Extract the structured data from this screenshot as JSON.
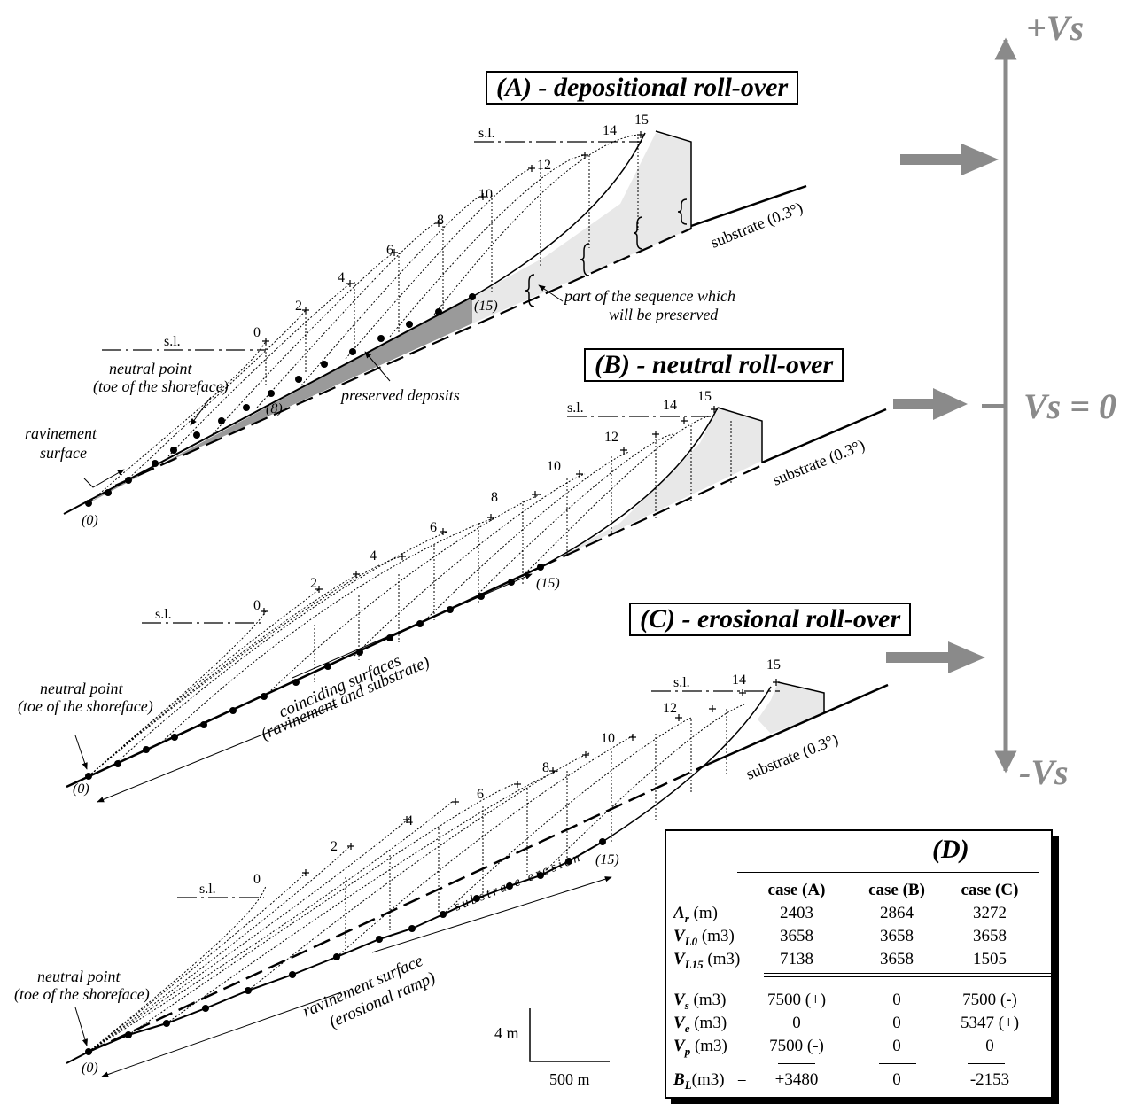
{
  "panels": {
    "a": {
      "title": "(A) - depositional roll-over",
      "sea_level": "s.l.",
      "step_labels": [
        "0",
        "2",
        "4",
        "6",
        "8",
        "10",
        "12",
        "14",
        "15"
      ],
      "point_start": "(0)",
      "point_mid": "(8)",
      "point_end": "(15)",
      "neutral_point_1": "neutral point",
      "neutral_point_2": "(toe of the shoreface)",
      "ravinement_1": "ravinement",
      "ravinement_2": "surface",
      "preserved": "preserved deposits",
      "sequence_1": "part of the sequence which",
      "sequence_2": "will be preserved",
      "substrate": "substrate (0.3°)"
    },
    "b": {
      "title": "(B) - neutral roll-over",
      "sea_level": "s.l.",
      "step_labels": [
        "0",
        "2",
        "4",
        "6",
        "8",
        "10",
        "12",
        "14",
        "15"
      ],
      "point_start": "(0)",
      "point_end": "(15)",
      "neutral_point_1": "neutral point",
      "neutral_point_2": "(toe of the shoreface)",
      "coinciding_1": "coinciding surfaces",
      "coinciding_2": "(ravinement and substrate)",
      "substrate": "substrate (0.3°)"
    },
    "c": {
      "title": "(C) - erosional roll-over",
      "sea_level": "s.l.",
      "step_labels": [
        "0",
        "2",
        "4",
        "6",
        "8",
        "10",
        "12",
        "14",
        "15"
      ],
      "point_start": "(0)",
      "point_end": "(15)",
      "neutral_point_1": "neutral point",
      "neutral_point_2": "(toe of the shoreface)",
      "ravinement_1": "ravinement surface",
      "ravinement_2": "(erosional ramp)",
      "substrate_erosion": "substrate erosion",
      "substrate": "substrate (0.3°)"
    }
  },
  "axis": {
    "top": "+Vs",
    "middle": "Vs = 0",
    "bottom": "-Vs",
    "color": "#8a8a8a"
  },
  "scale_bar": {
    "vertical": "4 m",
    "horizontal": "500 m"
  },
  "table": {
    "title": "(D)",
    "columns": [
      "case (A)",
      "case (B)",
      "case (C)"
    ],
    "rows": [
      {
        "symbol": "A",
        "sub": "r",
        "unit": " (m)",
        "values": [
          "2403",
          "2864",
          "3272"
        ]
      },
      {
        "symbol": "V",
        "sub": "L0",
        "unit": " (m3)",
        "values": [
          "3658",
          "3658",
          "3658"
        ]
      },
      {
        "symbol": "V",
        "sub": "L15",
        "unit": " (m3)",
        "values": [
          "7138",
          "3658",
          "1505"
        ]
      },
      {
        "symbol": "V",
        "sub": "s",
        "unit": " (m3)",
        "values": [
          "7500 (+)",
          "0",
          "7500 (-)"
        ]
      },
      {
        "symbol": "V",
        "sub": "e",
        "unit": " (m3)",
        "values": [
          "0",
          "0",
          "5347 (+)"
        ]
      },
      {
        "symbol": "V",
        "sub": "p",
        "unit": " (m3)",
        "values": [
          "7500 (-)",
          "0",
          "0"
        ]
      }
    ],
    "total": {
      "symbol": "B",
      "sub": "L",
      "unit": "(m3)",
      "eq": "=",
      "values": [
        "+3480",
        "0",
        "-2153"
      ]
    }
  },
  "colors": {
    "preserved_fill": "#9a9a9a",
    "sequence_fill": "#e8e8e8",
    "arrow": "#8a8a8a"
  }
}
